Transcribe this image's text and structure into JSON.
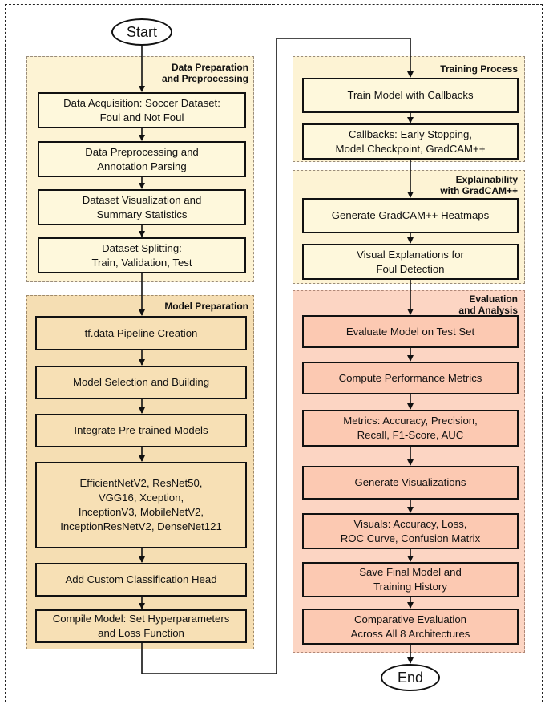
{
  "terminals": {
    "start": "Start",
    "end": "End"
  },
  "groups": {
    "data_prep": "Data Preparation\nand Preprocessing",
    "model_prep": "Model Preparation",
    "training": "Training Process",
    "explain": "Explainability\nwith GradCAM++",
    "evaluation": "Evaluation\nand Analysis"
  },
  "steps": {
    "acquisition": "Data Acquisition: Soccer Dataset:\nFoul and Not Foul",
    "preprocessing": "Data Preprocessing and\nAnnotation Parsing",
    "visualization": "Dataset Visualization and\nSummary Statistics",
    "splitting": "Dataset Splitting:\nTrain, Validation, Test",
    "pipeline": "tf.data Pipeline Creation",
    "selection": "Model Selection and Building",
    "integrate": "Integrate Pre-trained Models",
    "models": "EfficientNetV2, ResNet50,\nVGG16, Xception,\nInceptionV3, MobileNetV2,\nInceptionResNetV2, DenseNet121",
    "head": "Add Custom Classification Head",
    "compile": "Compile Model: Set Hyperparameters\nand Loss Function",
    "train": "Train Model with Callbacks",
    "callbacks": "Callbacks: Early Stopping,\nModel Checkpoint, GradCAM++",
    "heatmaps": "Generate GradCAM++ Heatmaps",
    "explanations": "Visual Explanations for\nFoul Detection",
    "evaluate": "Evaluate Model on Test Set",
    "compute": "Compute Performance Metrics",
    "metrics": "Metrics: Accuracy, Precision,\nRecall, F1-Score, AUC",
    "gen_vis": "Generate Visualizations",
    "visuals": "Visuals: Accuracy, Loss,\nROC Curve, Confusion Matrix",
    "save": "Save Final Model and\nTraining History",
    "compare": "Comparative Evaluation\nAcross All 8 Architectures"
  }
}
